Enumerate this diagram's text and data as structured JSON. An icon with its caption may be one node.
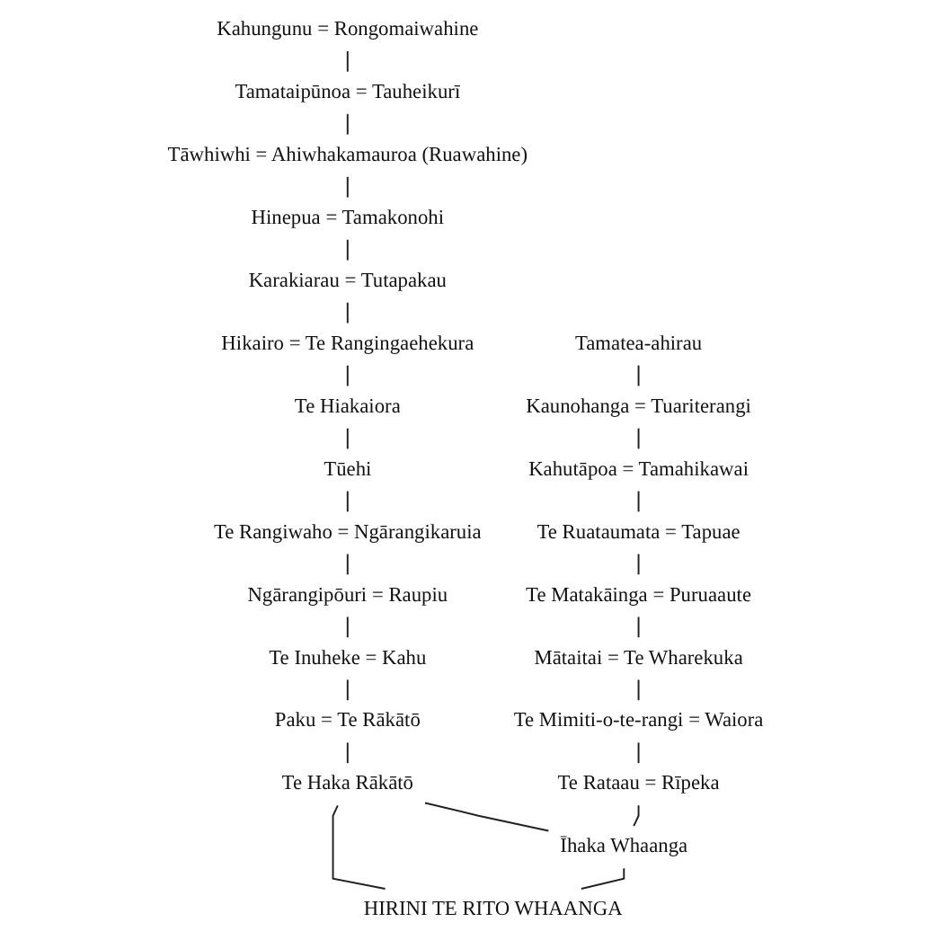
{
  "diagram": {
    "nodes": [
      {
        "text": [
          "Kahungunu = Rongomaiwahine"
        ]
      },
      {
        "text": [
          "Tamataipūnoa = Tauheikurī"
        ]
      },
      {
        "text": [
          "Tāwhiwhi = Ahiwhakamauroa (Ruawahine)"
        ]
      },
      {
        "text": [
          "Hinepua = Tamakonohi"
        ]
      },
      {
        "text": [
          "Karakiarau = Tutapakau"
        ]
      },
      {
        "text": [
          "Hikairo = Te Rangingaehekura"
        ]
      },
      {
        "text": [
          "Te Hiakaiora"
        ]
      },
      {
        "text": [
          "Tūehi"
        ]
      },
      {
        "text": [
          "Te Rangiwaho = Ngārangikaruia"
        ]
      },
      {
        "text": [
          "Ngārangipōuri = Raupiu"
        ]
      },
      {
        "text": [
          "Te Inuheke = Kahu"
        ]
      },
      {
        "text": [
          "Paku = Te Rākātō"
        ]
      },
      {
        "text": [
          "Te Haka Rākātō"
        ]
      },
      {
        "text": [
          "Tamatea-ahirau"
        ]
      },
      {
        "text": [
          "Kaunohanga = Tuariterangi"
        ]
      },
      {
        "text": [
          "Kahutāpoa = Tamahikawai"
        ]
      },
      {
        "text": [
          "Te Ruataumata = Tapuae"
        ]
      },
      {
        "text": [
          "Te Matakāinga = Puruaaute"
        ]
      },
      {
        "text": [
          "Mātaitai = Te Wharekuka"
        ]
      },
      {
        "text": [
          "Te Mimiti-o-te-rangi = Waiora"
        ]
      },
      {
        "text": [
          "Te Rataau = Rīpeka"
        ]
      },
      {
        "text": [
          "Īhaka Whaanga"
        ]
      },
      {
        "text": [
          "HIRINI TE RITO WHAANGA"
        ]
      }
    ],
    "edges": [
      {
        "from": 0,
        "to": 1,
        "arrow": "none"
      },
      {
        "from": 1,
        "to": 2,
        "arrow": "none"
      },
      {
        "from": 2,
        "to": 3,
        "arrow": "none"
      },
      {
        "from": 3,
        "to": 4,
        "arrow": "none"
      },
      {
        "from": 4,
        "to": 5,
        "arrow": "none"
      },
      {
        "from": 5,
        "to": 6,
        "arrow": "none"
      },
      {
        "from": 6,
        "to": 7,
        "arrow": "none"
      },
      {
        "from": 7,
        "to": 8,
        "arrow": "none"
      },
      {
        "from": 8,
        "to": 9,
        "arrow": "none"
      },
      {
        "from": 9,
        "to": 10,
        "arrow": "none"
      },
      {
        "from": 10,
        "to": 11,
        "arrow": "none"
      },
      {
        "from": 11,
        "to": 12,
        "arrow": "none"
      },
      {
        "from": 13,
        "to": 14,
        "arrow": "none"
      },
      {
        "from": 14,
        "to": 15,
        "arrow": "none"
      },
      {
        "from": 15,
        "to": 16,
        "arrow": "none"
      },
      {
        "from": 16,
        "to": 17,
        "arrow": "none"
      },
      {
        "from": 17,
        "to": 18,
        "arrow": "none"
      },
      {
        "from": 18,
        "to": 19,
        "arrow": "none"
      },
      {
        "from": 19,
        "to": 20,
        "arrow": "none"
      },
      {
        "from": 20,
        "to": 21,
        "arrow": "none"
      },
      {
        "from": 12,
        "to": 21,
        "arrow": "none"
      },
      {
        "from": 12,
        "to": 22,
        "arrow": "none"
      },
      {
        "from": 21,
        "to": 22,
        "arrow": "none"
      }
    ]
  }
}
